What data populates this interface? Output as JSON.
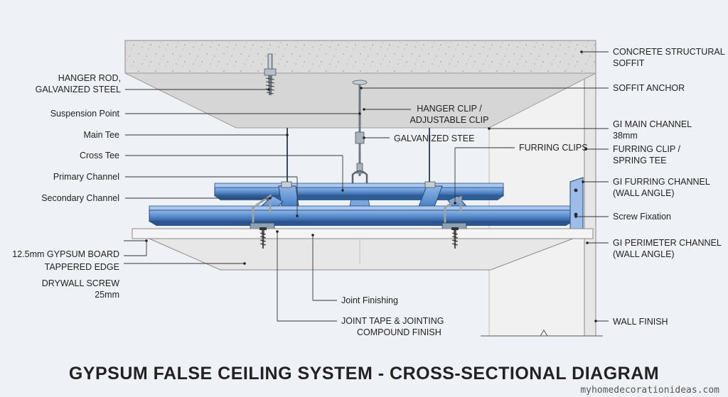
{
  "title": "GYPSUM FALSE CEILING SYSTEM - CROSS-SECTIONAL DIAGRAM",
  "watermark": "myhomedecorationideas.com",
  "colors": {
    "background": "#eef2f7",
    "concrete": "#dedede",
    "channel_blue": "#5b8fd0",
    "channel_dark": "#2e5b95",
    "board": "#ececec",
    "wall": "#f0f0f0"
  },
  "labels_left": {
    "hanger_rod": "HANGER ROD,",
    "hanger_rod_2": "GALVANIZED STEEL",
    "suspension_point": "Suspension Point",
    "main_tee": "Main Tee",
    "cross_tee": "Cross Tee",
    "primary_channel": "Primary Channel",
    "secondary_channel": "Secondary Channel",
    "gypsum_board": "12.5mm GYPSUM BOARD",
    "gypsum_board_2": "TAPPERED EDGE",
    "drywall_screw": "DRYWALL SCREW",
    "drywall_screw_2": "25mm"
  },
  "labels_center": {
    "hanger_clip": "HANGER CLIP /",
    "hanger_clip_2": "ADJUSTABLE CLIP",
    "galvanized_stee": "GALVANIZED STEE",
    "furring_clips": "FURRING CLIPS",
    "joint_finishing": "Joint Finishing",
    "joint_tape": "JOINT TAPE & JOINTING",
    "joint_tape_2": "COMPOUND FINISH"
  },
  "labels_right": {
    "concrete": "CONCRETE STRUCTURAL",
    "concrete_2": "SOFFIT",
    "soffit_anchor": "SOFFIT ANCHOR",
    "gi_main_channel": "GI MAIN CHANNEL",
    "gi_main_channel_2": "38mm",
    "furring_clip": "FURRING CLIP /",
    "furring_clip_2": "SPRING TEE",
    "gi_furring_channel": "GI FURRING CHANNEL",
    "gi_furring_channel_2": "(WALL ANGLE)",
    "screw_fixation": "Screw Fixation",
    "gi_perimeter_channel": "GI PERIMETER CHANNEL",
    "gi_perimeter_channel_2": "(WALL ANGLE)",
    "wall_finish": "WALL FINISH"
  }
}
